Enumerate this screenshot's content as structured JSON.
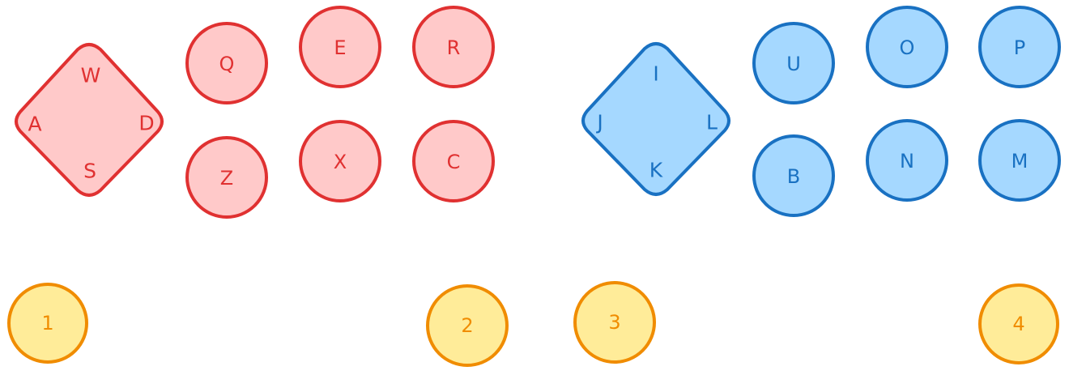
{
  "colors": {
    "red_fill": "#ffc9c9",
    "red_stroke": "#e03131",
    "blue_fill": "#a5d8ff",
    "blue_stroke": "#1971c2",
    "yellow_fill": "#ffec99",
    "yellow_stroke": "#f08c00"
  },
  "left_controller": {
    "dpad": {
      "up": "W",
      "left": "A",
      "right": "D",
      "down": "S"
    },
    "buttons": [
      "Q",
      "E",
      "R",
      "Z",
      "X",
      "C"
    ]
  },
  "right_controller": {
    "dpad": {
      "up": "I",
      "left": "J",
      "right": "L",
      "down": "K"
    },
    "buttons": [
      "U",
      "O",
      "P",
      "B",
      "N",
      "M"
    ]
  },
  "player_markers": [
    "1",
    "2",
    "3",
    "4"
  ]
}
